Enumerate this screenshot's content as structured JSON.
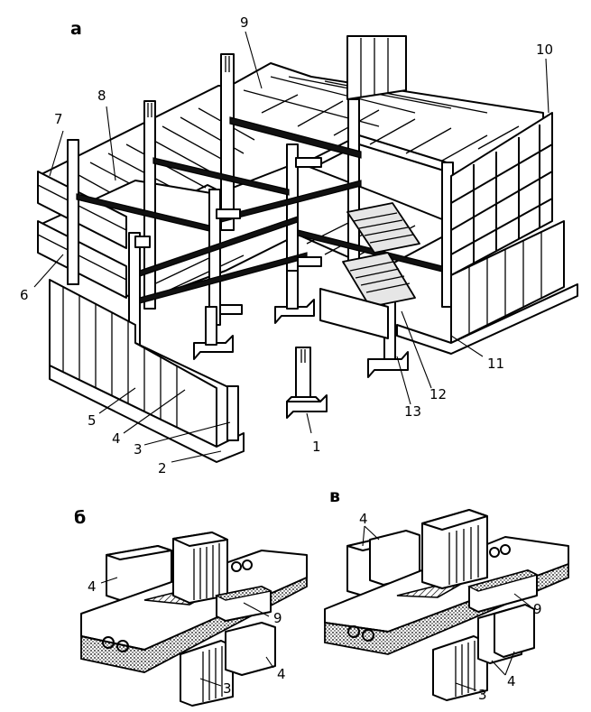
{
  "figure": {
    "panels": [
      {
        "id": "a",
        "title": "а"
      },
      {
        "id": "b",
        "title": "б"
      },
      {
        "id": "c",
        "title": "в"
      }
    ],
    "panel_a_labels": [
      "1",
      "2",
      "3",
      "4",
      "5",
      "6",
      "7",
      "8",
      "9",
      "10",
      "11",
      "12",
      "13"
    ],
    "panel_b_labels": [
      "4",
      "9",
      "4",
      "3"
    ],
    "panel_c_labels": [
      "4",
      "9",
      "4",
      "3"
    ]
  }
}
